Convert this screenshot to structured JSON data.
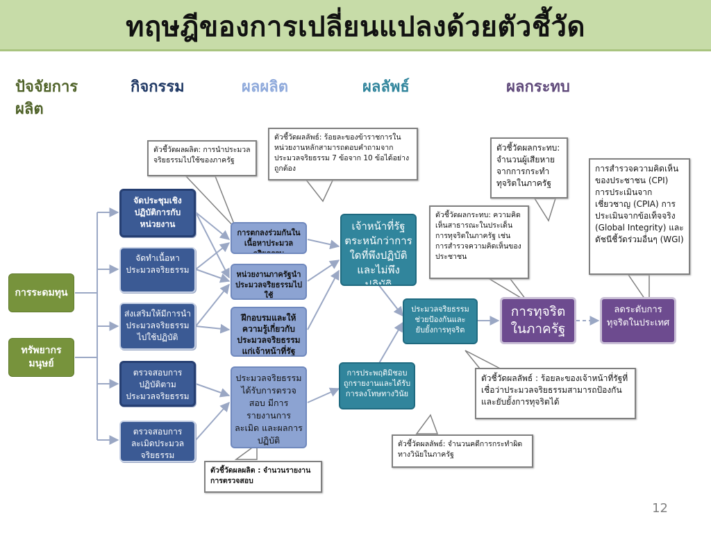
{
  "title": "ทฤษฎีของการเปลี่ยนแปลงด้วยตัวชี้วัด",
  "column_headers": {
    "inputs": "ปัจจัยการผลิต",
    "activities": "กิจกรรม",
    "outputs": "ผลผลิต",
    "outcomes": "ผลลัพธ์",
    "impact": "ผลกระทบ"
  },
  "inputs": {
    "capital": "การระดมทุน",
    "human_resources": "ทรัพยากรมนุษย์"
  },
  "activities": {
    "workshop": "จัดประชุมเชิงปฏิบัติการกับหน่วยงาน",
    "content": "จัดทำเนื้อหาประมวลจริยธรรม",
    "promote": "ส่งเสริมให้มีการนำประมวลจริยธรรมไปใช้ปฏิบัติ",
    "audit": "ตรวจสอบการปฏิบัติตามประมวลจริยธรรม",
    "violation": "ตรวจสอบการละเมิดประมวลจริยธรรม"
  },
  "outputs": {
    "agreement": "การตกลงร่วมกันในเนื้อหาประมวลจริยธรรม Ministries",
    "agencies": "หน่วยงานภาครัฐนำประมวลจริยธรรมไปใช้",
    "training": "ฝึกอบรมและให้ความรู้เกี่ยวกับประมวลจริยธรรมแก่เจ้าหน้าที่รัฐ",
    "audited": "ประมวลจริยธรรมได้รับการตรวจสอบ มีการรายงานการละเมิด และผลการปฏิบัติ"
  },
  "outcomes": {
    "awareness": "เจ้าหน้าที่รัฐตระหนักว่าการใดที่พึงปฏิบัติและไม่พึงปฏิบัติ",
    "prevention": "ประมวลจริยธรรมช่วยป้องกันและยับยั้งการทุจริต",
    "misconduct": "การประพฤติมิชอบถูกรายงานและได้รับการลงโทษทางวินัย"
  },
  "impact": {
    "corruption": "การทุจริตในภาครัฐ",
    "reduce": "ลดระดับการทุจริตในประเทศ"
  },
  "callouts": {
    "output_indicator_1": "ตัวชี้วัดผลผลิต: การนำประมวลจริยธรรมไปใช้ของภาครัฐ",
    "outcome_indicator_1": "ตัวชี้วัดผลลัพธ์: ร้อยละของข้าราชการในหน่วยงานหลักสามารถตอบคำถามจากประมวลจริยธรรม 7 ข้อจาก 10 ข้อได้อย่างถูกต้อง",
    "impact_indicator_1": "ตัวชี้วัดผลกระทบ: จำนวนผู้เสียหายจากการกระทำทุจริตในภาครัฐ",
    "impact_indicator_2": "ตัวชี้วัดผลกระทบ: ความคิดเห็นสาธารณะในประเด็นการทุจริตในภาครัฐ เช่น การสำรวจความคิดเห็นของประชาชน",
    "surveys": "การสำรวจความคิดเห็นของประชาชน (CPI) การประเมินจากเชี่ยวชาญ (CPIA) การประเมินจากข้อเท็จจริง (Global Integrity) และดัชนีชี้วัดร่วมอื่นๆ (WGI)",
    "outcome_indicator_2": "ตัวชี้วัดผลลัพธ์ : ร้อยละของเจ้าหน้าที่รัฐที่เชื่อว่าประมวลจริยธรรมสามารถป้องกันและยับยั้งการทุจริตได้",
    "outcome_indicator_3": "ตัวชี้วัดผลลัพธ์: จำนวนคดีการกระทำผิดทางวินัยในภาครัฐ",
    "output_indicator_2": "ตัวชี้วัดผลผลิต : จำนวนรายงานการตรวจสอบ"
  },
  "page_number": "12",
  "colors": {
    "title_bar": "#c7dca8",
    "inputs_heading": "#4f6228",
    "activities_heading": "#1f3864",
    "outputs_heading": "#8ea9db",
    "outcomes_heading": "#31859c",
    "impact_heading": "#5f497a",
    "input_box": "#77933c",
    "activity_box": "#3b5a94",
    "output_box": "#8ca3d2",
    "outcome_box": "#31859c",
    "impact_box": "#6d4b8f"
  }
}
